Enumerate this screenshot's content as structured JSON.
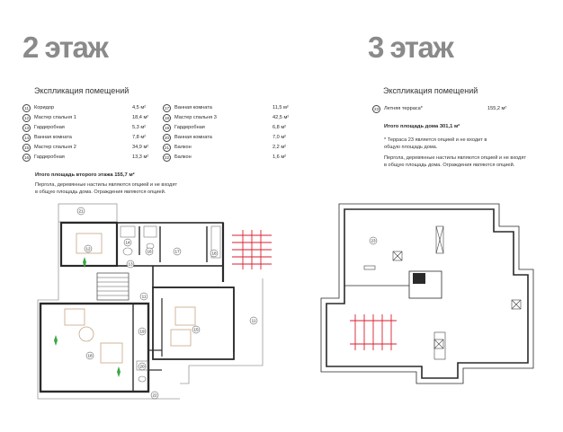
{
  "floor2": {
    "title": "2 этаж",
    "explication_title": "Экспликация помещений",
    "rooms_left": [
      {
        "num": "11",
        "name": "Коридор",
        "area": "4,5 м²"
      },
      {
        "num": "12",
        "name": "Мастер спальня 1",
        "area": "18,4 м²"
      },
      {
        "num": "13",
        "name": "Гардеробная",
        "area": "5,3 м²"
      },
      {
        "num": "14",
        "name": "Ванная комната",
        "area": "7,8 м²"
      },
      {
        "num": "15",
        "name": "Мастер спальня 2",
        "area": "34,9 м²"
      },
      {
        "num": "16",
        "name": "Гардеробная",
        "area": "13,3 м²"
      }
    ],
    "rooms_right": [
      {
        "num": "17",
        "name": "Ванная комната",
        "area": "11,5 м²"
      },
      {
        "num": "18",
        "name": "Мастер спальня 3",
        "area": "42,5 м²"
      },
      {
        "num": "19",
        "name": "Гардеробная",
        "area": "6,8 м²"
      },
      {
        "num": "20",
        "name": "Ванная комната",
        "area": "7,0 м²"
      },
      {
        "num": "21",
        "name": "Балкон",
        "area": "2,2 м²"
      },
      {
        "num": "22",
        "name": "Балкон",
        "area": "1,6 м²"
      }
    ],
    "total": "Итого площадь второго этажа 155,7 м²",
    "note_lines": [
      "Пергола, деревянные настилы являются опцией и не входят",
      "в общую площадь дома. Ограждения являются опцией."
    ],
    "plan_labels": [
      "21",
      "12",
      "13",
      "14",
      "16",
      "17",
      "18",
      "11",
      "15",
      "11",
      "18",
      "19",
      "20",
      "22"
    ]
  },
  "floor3": {
    "title": "3 этаж",
    "explication_title": "Экспликация помещений",
    "rooms": [
      {
        "num": "23",
        "name": "Летняя терраса*",
        "area": "155,2 м²"
      }
    ],
    "total": "Итого площадь дома 301,1 м²",
    "note1_lines": [
      "* Терраса 23 является опцией и не входит в",
      "общую площадь дома."
    ],
    "note2_lines": [
      "Пергола, деревянные настилы являются опцией и не входят",
      "в общую площадь дома. Ограждения являются опцией."
    ],
    "plan_labels": [
      "23"
    ]
  },
  "colors": {
    "title": "#8a8a8a",
    "wall": "#2a2a2a",
    "pergola": "#d81e2c",
    "plant": "#3aa845",
    "furniture": "#c7a583"
  }
}
